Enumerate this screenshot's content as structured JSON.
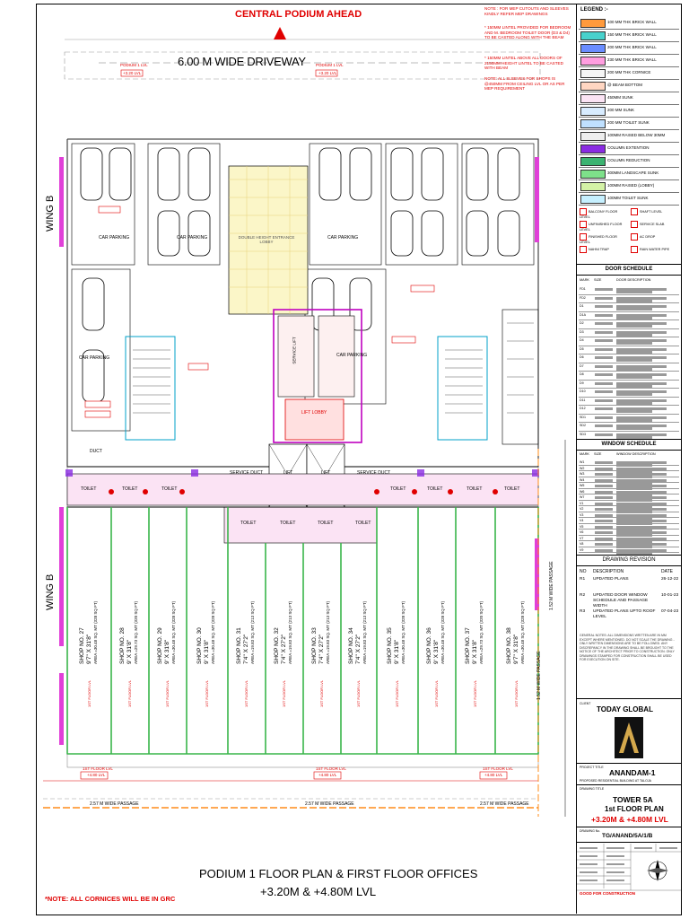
{
  "header": {
    "central_podium": "CENTRAL PODIUM AHEAD",
    "driveway": "6.00 M WIDE DRIVEWAY"
  },
  "notes": {
    "note1": "NOTE : FOR MEP CUTOUTS AND SLEEVES KINDLY REFER MEP DRAWINGS",
    "note2": "* 150MM LINTEL PROVIDED FOR BEDROOM AND M. BEDROOM TOILET DOOR (D3 & D4) TO BE CASTED ALONG WITH THE BEAM",
    "note3": "* 150MM LINTEL ABOVE ALL DOORS OF 2150MM HEIGHT LINTEL TO BE CASTED WITH BEAM",
    "note4": "NOTE: ALL SLEEVES FOR SHOPS IS @450MM FROM CEILING LVL OR AS PER MEP REQUIREMENT"
  },
  "legend": {
    "title": "LEGEND :-",
    "items": [
      {
        "label": "100 MM THK BRICK WALL",
        "color": "#ff9a3c"
      },
      {
        "label": "150 MM THK BRICK WALL",
        "color": "#48d1cc"
      },
      {
        "label": "200 MM THK BRICK WALL",
        "color": "#6a8dff"
      },
      {
        "label": "230 MM THK BRICK WALL",
        "color": "#ff9ee0"
      },
      {
        "label": "200 MM THK CORNICE",
        "color": "#f6f6f6"
      },
      {
        "label": "@ BEAM BOTTOM",
        "color": "#ffd6c2"
      },
      {
        "label": "450MM SUNK",
        "color": "#fbe3f4"
      },
      {
        "label": "200 MM SUNK",
        "color": "#d8ecff"
      },
      {
        "label": "200 MM TOILET SUNK",
        "color": "#bfe0ff"
      },
      {
        "label": "100MM RAISED BELOW 30MM",
        "color": "#eeeeee"
      },
      {
        "label": "COLUMN EXTENTION",
        "color": "#8a2be2"
      },
      {
        "label": "COLUMN REDUCTION",
        "color": "#3cb371"
      },
      {
        "label": "300MM LANDSCAPE SUNK",
        "color": "#7ee08a"
      },
      {
        "label": "100MM RAISED (LOBBY)",
        "color": "#d4f2a6"
      },
      {
        "label": "100MM TOILET SUNK",
        "color": "#c6f0ff"
      }
    ],
    "symbols": [
      {
        "label": "BALCONY FLOOR LEVEL"
      },
      {
        "label": "SHAFT LEVEL"
      },
      {
        "label": "UNFINISHED FLOOR LEVEL"
      },
      {
        "label": "SERVICE SLAB"
      },
      {
        "label": "FINISHED FLOOR LEVEL"
      },
      {
        "label": "AC DROP"
      },
      {
        "label": "NAHNI TRAP"
      },
      {
        "label": "RAIN WATER PIPE"
      }
    ]
  },
  "door_schedule": {
    "title": "DOOR SCHEDULE",
    "col_mark": "MARK",
    "col_size": "SIZE",
    "col_desc": "DOOR DESCRIPTION",
    "rows": [
      "FD1",
      "FD2",
      "D1",
      "D1A",
      "D2",
      "D3",
      "D4",
      "D5",
      "D6",
      "D7",
      "D8",
      "D9",
      "D10",
      "D11",
      "D12",
      "SD1",
      "SD2",
      "SD3"
    ]
  },
  "window_schedule": {
    "title": "WINDOW SCHEDULE",
    "col_mark": "MARK",
    "col_size": "SIZE",
    "col_desc": "WINDOW DESCRIPTION",
    "rows": [
      "W1",
      "W2",
      "W3",
      "W4",
      "W5",
      "W6",
      "W7",
      "V1",
      "V2",
      "V3",
      "V4",
      "V5",
      "V6",
      "V7",
      "V8",
      "V9"
    ]
  },
  "revision": {
    "title": "DRAWING REVISION",
    "col_no": "NO",
    "col_desc": "DESCRIPTION",
    "col_date": "DATE",
    "rows": [
      {
        "no": "R1",
        "desc": "UPDATED PLANS",
        "date": "26-12-22"
      },
      {
        "no": "R2",
        "desc": "UPDATED DOOR WINDOW SCHEDULE AND PASSAGE WIDTH",
        "date": "10-01-23"
      },
      {
        "no": "R3",
        "desc": "UPDATED PLANS UPTO ROOF LEVEL",
        "date": "07-04-23"
      }
    ]
  },
  "general_notes": "GENERAL NOTES: ALL DIMENSIONS WRITTEN ARE IN MM EXCEPT WHERE MENTIONED. DO NOT SCALE THE DRAWING - ONLY WRITTEN DIMENSIONS ARE TO BE FOLLOWED. ANY DISCREPANCY IN THE DRAWING SHALL BE BROUGHT TO THE NOTICE OF THE ARCHITECT PRIOR TO CONSTRUCTION. ONLY DRAWINGS STAMPED FOR CONSTRUCTION SHALL BE USED FOR EXECUTION ON SITE.",
  "client": {
    "label": "CLIENT",
    "name": "TODAY GLOBAL"
  },
  "project": {
    "label": "PROJECT TITLE",
    "name": "ANANDAM-1",
    "sub": "PROPOSED RESIDENTIAL BUILDING AT TALOJA"
  },
  "drawing": {
    "label": "DRAWING TITLE",
    "tower": "TOWER 5A",
    "floor": "1st FLOOR PLAN",
    "levels": "+3.20M & +4.80M LVL",
    "number_label": "DRAWING No.",
    "number": "TG/ANAND/5A/1/B",
    "stamp": "GOOD FOR CONSTRUCTION"
  },
  "plan": {
    "wing_top": "WING B",
    "wing_bottom": "WING B",
    "car_parking": "CAR PARKING",
    "double_height": "DOUBLE HEIGHT ENTRANCE LOBBY",
    "lift_lobby": "LIFT LOBBY",
    "lift": "LIFT",
    "service_lift": "SERVICE LIFT",
    "duct": "DUCT",
    "service_duct": "SERVICE DUCT",
    "toilet": "TOILET",
    "passage_right": "1.52 M WIDE PASSAGE",
    "passage_bottom": "2.57 M WIDE PASSAGE",
    "first_floor_lvl": "1ST FLOOR LVL",
    "first_floor_val": "+4.80 LVL",
    "podium_lvl": "PODIUM 1 LVL",
    "podium_val": "+3.20 LVL",
    "shops": [
      {
        "no": "SHOP NO. 27",
        "size": "9'7\" X 31'8\"",
        "area": "AREA =30.48 SQ. MT (328 SQ FT)"
      },
      {
        "no": "SHOP NO. 28",
        "size": "9' X 31'8\"",
        "area": "AREA =29.73 SQ. MT (320 SQ FT)"
      },
      {
        "no": "SHOP NO. 29",
        "size": "9' X 31'8\"",
        "area": "AREA =30.48 SQ. MT (328 SQ FT)"
      },
      {
        "no": "SHOP NO. 30",
        "size": "9' X 31'8\"",
        "area": "AREA =30.48 SQ. MT (328 SQ FT)"
      },
      {
        "no": "SHOP NO. 31",
        "size": "7'4\" X 27'2\"",
        "area": "AREA =19.83 SQ. MT (213 SQ FT)"
      },
      {
        "no": "SHOP NO. 32",
        "size": "7'4\" X 27'2\"",
        "area": "AREA =19.83 SQ. MT (213 SQ FT)"
      },
      {
        "no": "SHOP NO. 33",
        "size": "7'4\" X 27'2\"",
        "area": "AREA =19.83 SQ. MT (213 SQ FT)"
      },
      {
        "no": "SHOP NO. 34",
        "size": "7'4\" X 27'2\"",
        "area": "AREA =19.83 SQ. MT (213 SQ FT)"
      },
      {
        "no": "SHOP NO. 35",
        "size": "9' X 31'8\"",
        "area": "AREA =30.48 SQ. MT (328 SQ FT)"
      },
      {
        "no": "SHOP NO. 36",
        "size": "9' X 31'8\"",
        "area": "AREA =30.48 SQ. MT (328 SQ FT)"
      },
      {
        "no": "SHOP NO. 37",
        "size": "9' X 31'8\"",
        "area": "AREA =29.73 SQ. MT (320 SQ FT)"
      },
      {
        "no": "SHOP NO. 38",
        "size": "9'7\" X 31'8\"",
        "area": "AREA =30.48 SQ. MT (328 SQ FT)"
      }
    ]
  },
  "footer": {
    "title1": "PODIUM 1 FLOOR PLAN & FIRST FLOOR OFFICES",
    "title2": "+3.20M & +4.80M LVL",
    "cornice_note": "*NOTE: ALL CORNICES WILL BE IN GRC"
  }
}
